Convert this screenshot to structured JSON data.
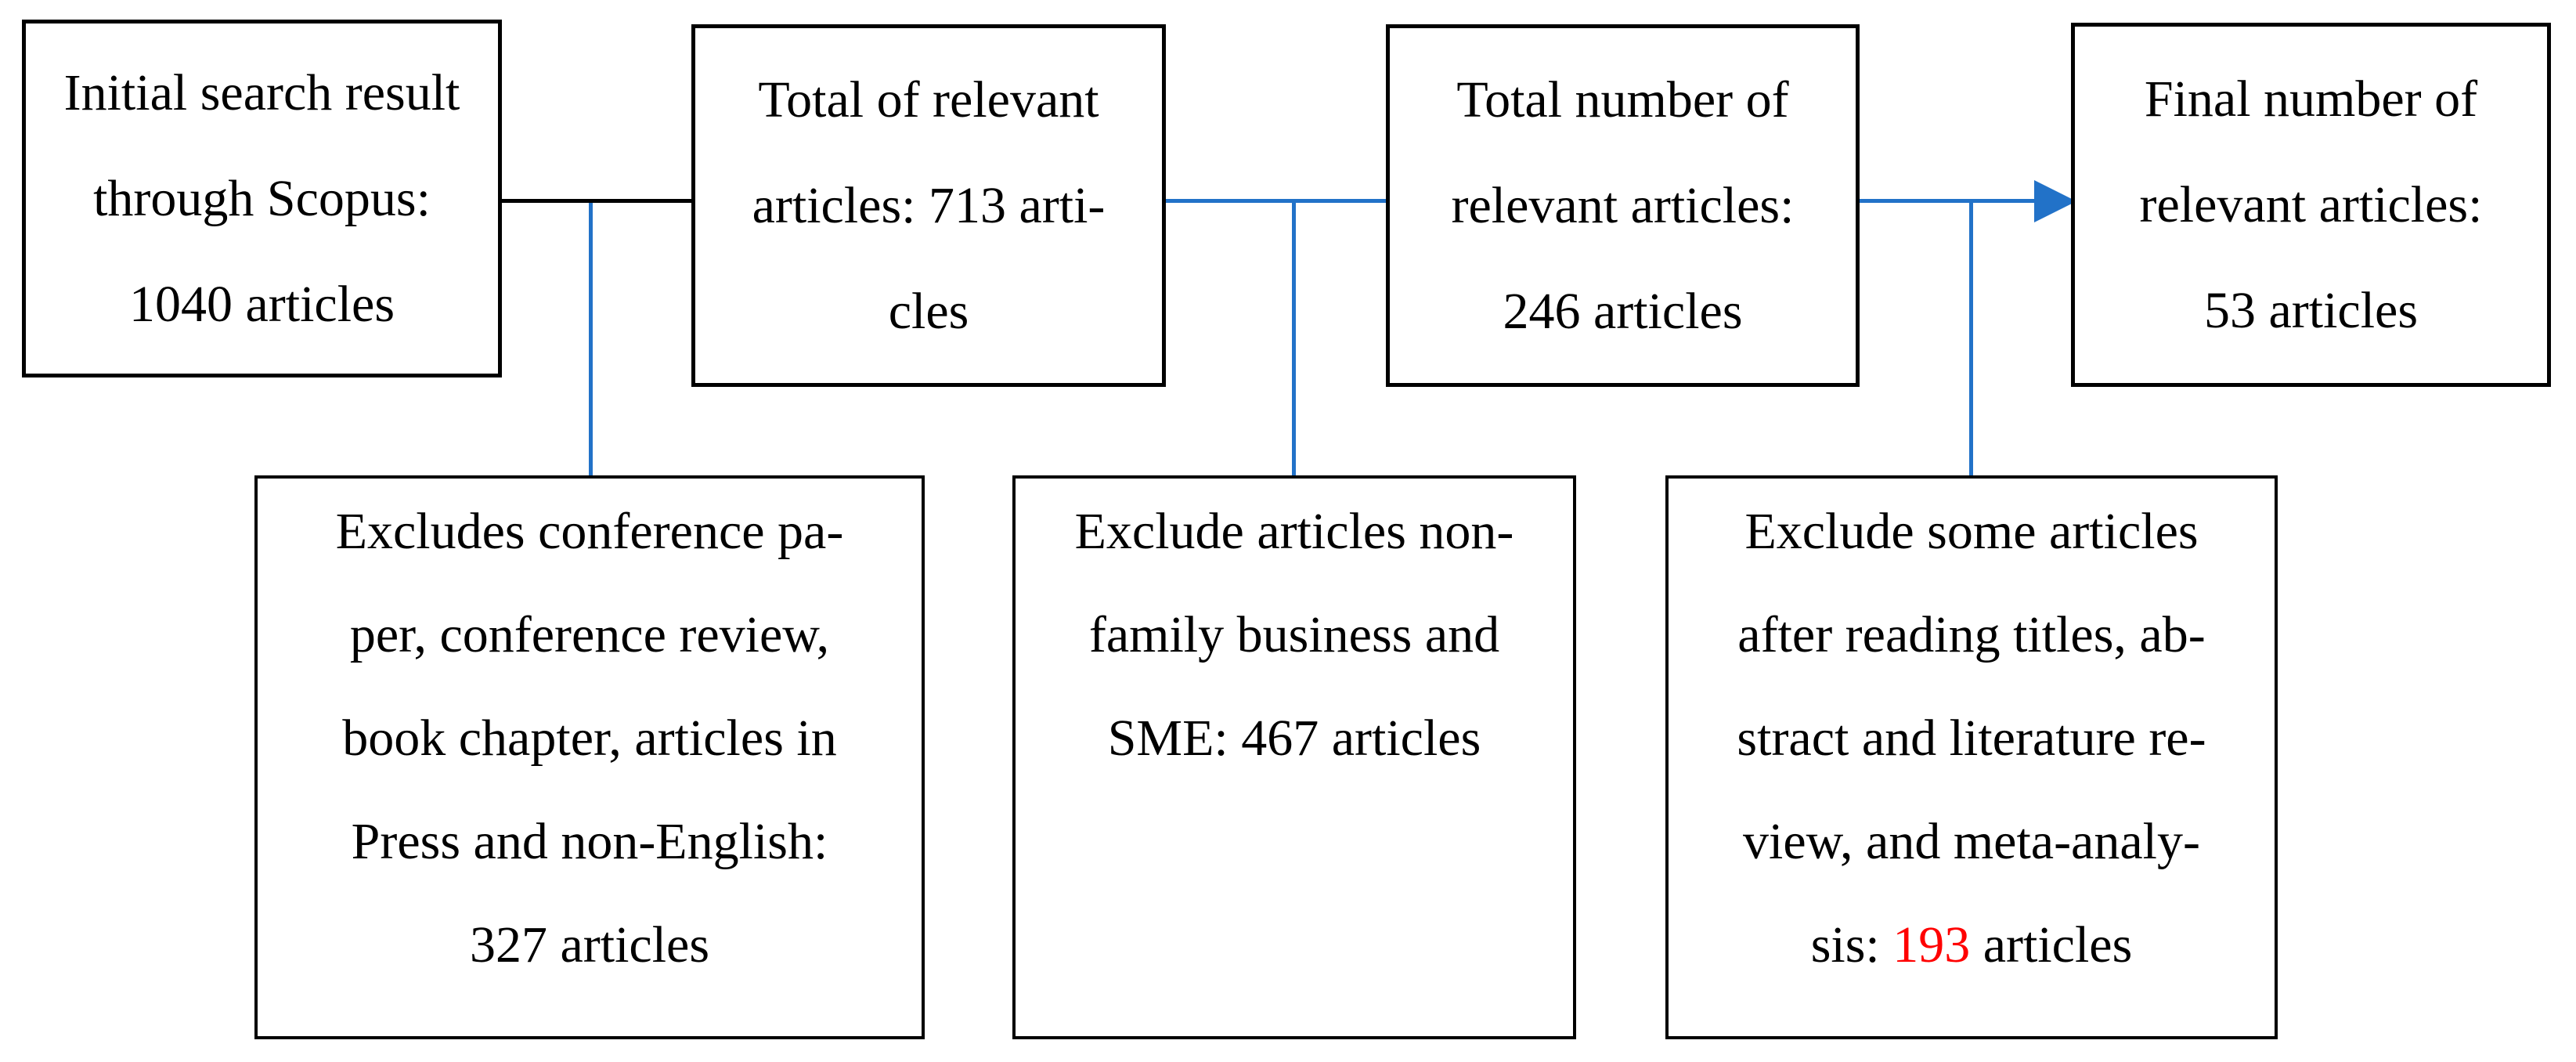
{
  "diagram": {
    "type": "flowchart",
    "subject": "systematic literature search and article screening process",
    "colors": {
      "box_border": "#000000",
      "box_background": "#FFFFFF",
      "text": "#000000",
      "connector_black": "#000000",
      "connector_blue": "#2272C8",
      "highlight_red": "#FF0000"
    },
    "top_row": [
      {
        "id": "initial-search",
        "lines": [
          "Initial search result",
          "through Scopus:",
          "1040 articles"
        ],
        "count": 1040
      },
      {
        "id": "total-relevant",
        "lines": [
          "Total of relevant",
          "articles: 713 arti-",
          "cles"
        ],
        "count": 713
      },
      {
        "id": "total-number-relevant",
        "lines": [
          "Total number of",
          "relevant articles:",
          "246 articles"
        ],
        "count": 246
      },
      {
        "id": "final-number-relevant",
        "lines": [
          "Final number of",
          "relevant articles:",
          "53 articles"
        ],
        "count": 53
      }
    ],
    "bottom_row": [
      {
        "id": "exclusion-step-1",
        "lines": [
          "Excludes conference pa-",
          "per, conference review,",
          "book chapter, articles in",
          "Press and non-English:",
          "327 articles"
        ],
        "count": 327
      },
      {
        "id": "exclusion-step-2",
        "lines": [
          "Exclude articles non-",
          "family business and",
          "SME: 467 articles"
        ],
        "count": 467
      },
      {
        "id": "exclusion-step-3",
        "lines": [
          "Exclude some articles",
          "after reading titles, ab-",
          "stract and literature re-",
          "view, and meta-analy-",
          [
            {
              "t": "sis: "
            },
            {
              "t": "193",
              "c": "#FF0000",
              "n": "highlighted-count"
            },
            {
              "t": " articles"
            }
          ]
        ],
        "count": 193
      }
    ]
  }
}
